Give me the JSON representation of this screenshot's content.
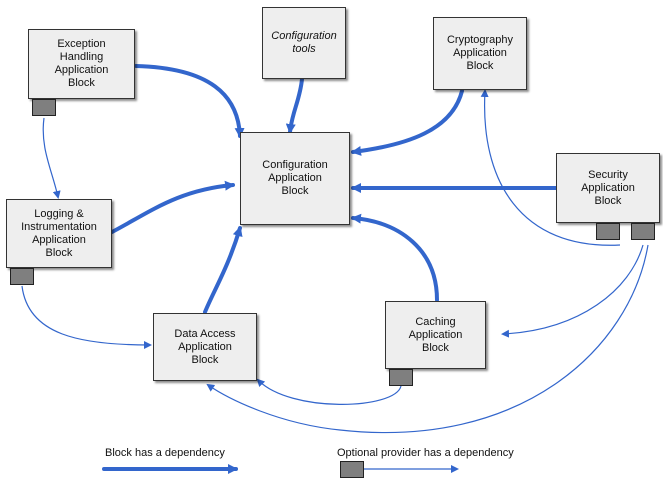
{
  "blocks": {
    "exception": "Exception\nHandling\nApplication\nBlock",
    "config_tools": "Configuration\ntools",
    "cryptography": "Cryptography\nApplication\nBlock",
    "configuration": "Configuration\nApplication\nBlock",
    "security": "Security\nApplication\nBlock",
    "logging": "Logging &\nInstrumentation\nApplication\nBlock",
    "data_access": "Data Access\nApplication\nBlock",
    "caching": "Caching\nApplication\nBlock"
  },
  "legend": {
    "block_dependency": "Block has a dependency",
    "provider_dependency": "Optional provider has a dependency"
  },
  "colors": {
    "arrow": "#3366cc",
    "provider": "#7f7f7f",
    "block_fill": "#eeeeee"
  }
}
